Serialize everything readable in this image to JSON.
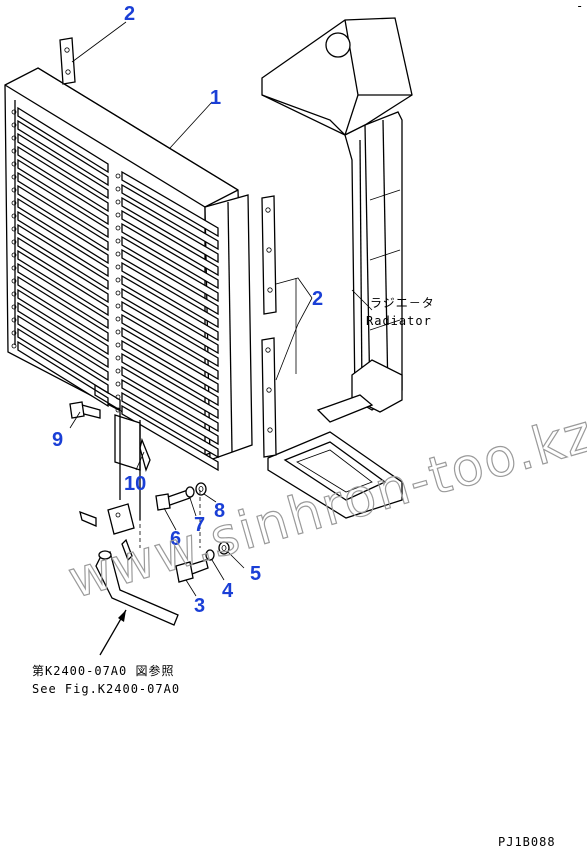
{
  "diagram": {
    "callouts": [
      {
        "id": "c2a",
        "number": "2"
      },
      {
        "id": "c1",
        "number": "1"
      },
      {
        "id": "c2b",
        "number": "2"
      },
      {
        "id": "c9",
        "number": "9"
      },
      {
        "id": "c10",
        "number": "10"
      },
      {
        "id": "c8",
        "number": "8"
      },
      {
        "id": "c7",
        "number": "7"
      },
      {
        "id": "c6",
        "number": "6"
      },
      {
        "id": "c5",
        "number": "5"
      },
      {
        "id": "c4",
        "number": "4"
      },
      {
        "id": "c3",
        "number": "3"
      }
    ],
    "radiator_label_jp": "ラジエ－タ",
    "radiator_label_en": "Radiator",
    "see_fig_jp": "第K2400-07A0 図参照",
    "see_fig_en": "See Fig.K2400-07A0",
    "watermark": "www.sinhron-too.kz",
    "drawing_code": "PJ1B088",
    "corner_mark": "-",
    "colors": {
      "callout": "#1a3fd6",
      "line": "#000000",
      "watermark": "#9a9a9a"
    }
  }
}
